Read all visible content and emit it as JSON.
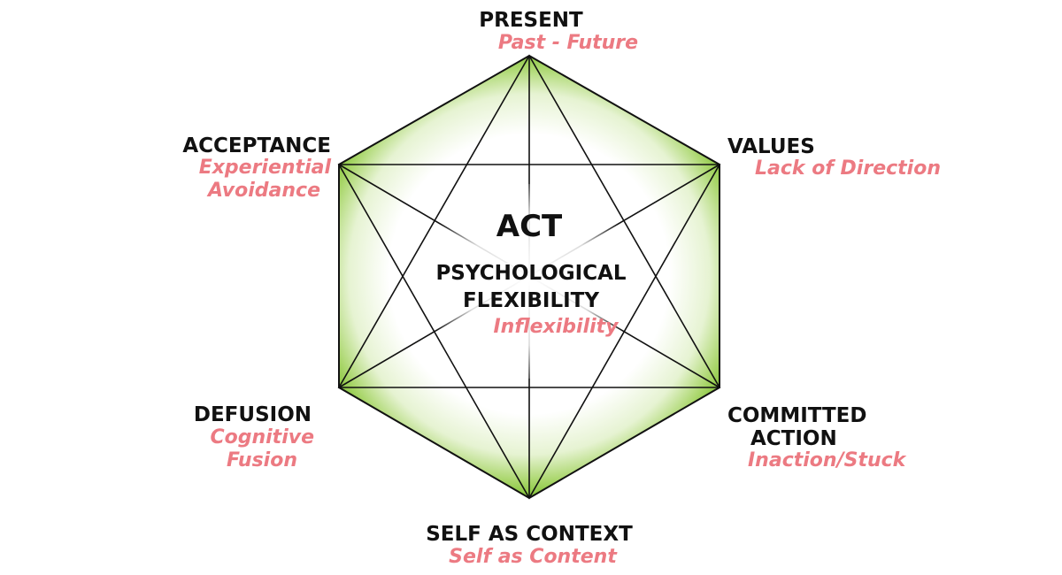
{
  "center": {
    "main": "ACT",
    "title_line1": "PSYCHOLOGICAL",
    "title_line2": "FLEXIBILITY",
    "sub": "Inflexibility"
  },
  "nodes": {
    "present": {
      "title": "PRESENT",
      "sub": "Past - Future"
    },
    "values": {
      "title": "VALUES",
      "sub": "Lack of Direction"
    },
    "committed_action": {
      "title_line1": "COMMITTED",
      "title_line2": "ACTION",
      "sub": "Inaction/Stuck"
    },
    "self_as_context": {
      "title": "SELF AS CONTEXT",
      "sub": "Self as Content"
    },
    "defusion": {
      "title": "DEFUSION",
      "sub_line1": "Cognitive",
      "sub_line2": "Fusion"
    },
    "acceptance": {
      "title": "ACCEPTANCE",
      "sub_line1": "Experiential",
      "sub_line2": "Avoidance"
    }
  },
  "colors": {
    "hexagon_fill": "#7cbf2e",
    "lines": "#111111",
    "title_text": "#111111",
    "sub_text": "#ec7a82"
  }
}
